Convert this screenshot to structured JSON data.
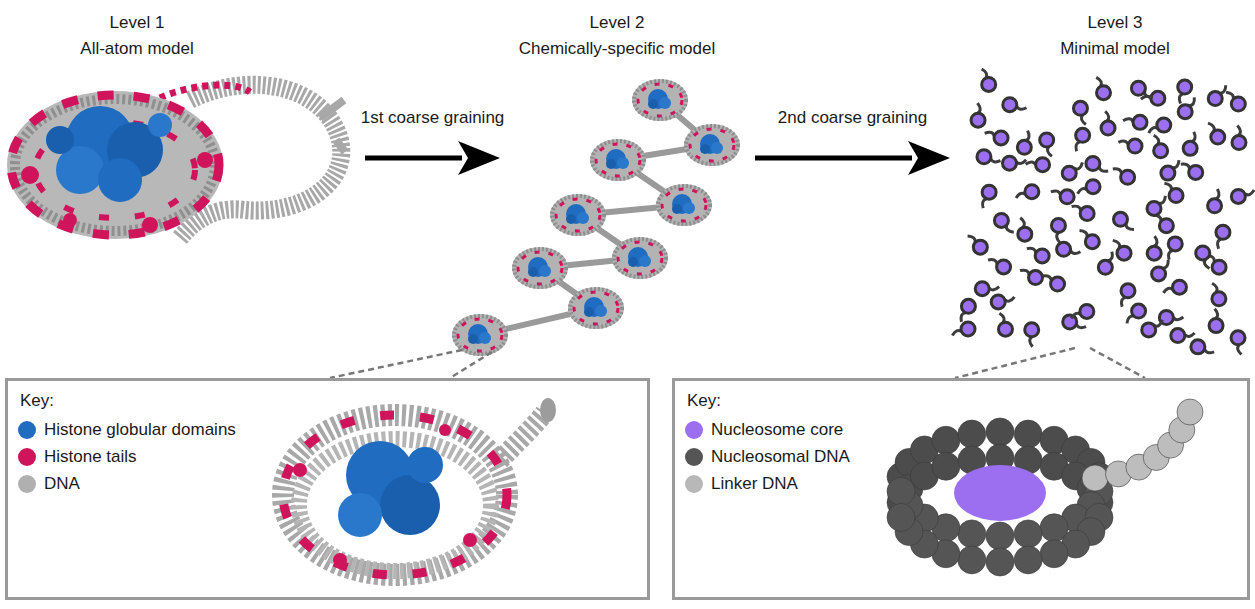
{
  "diagram": {
    "nodes": [
      {
        "text": [
          "Level 1",
          "All-atom model"
        ]
      },
      {
        "text": [
          "Level 2",
          "Chemically-specific model"
        ]
      },
      {
        "text": [
          "Level 3",
          "Minimal model"
        ]
      },
      {
        "text": [
          "Key:"
        ]
      },
      {
        "text": [
          "Key:"
        ]
      }
    ],
    "edges": [
      {
        "from": 0,
        "to": 1,
        "arrow": "to",
        "label": "1st coarse graining"
      },
      {
        "from": 1,
        "to": 2,
        "arrow": "to",
        "label": "2nd coarse graining"
      }
    ],
    "legend": [
      {
        "text": "Histone globular domains",
        "color": "#1f6cc1"
      },
      {
        "text": "Histone tails",
        "color": "#d0145c"
      },
      {
        "text": "DNA",
        "color": "#b0b0b0"
      },
      {
        "text": "Nucleosome core",
        "color": "#9b6ff0"
      },
      {
        "text": "Nucleosomal DNA",
        "color": "#555555"
      },
      {
        "text": "Linker DNA",
        "color": "#b8b8b8"
      }
    ]
  }
}
